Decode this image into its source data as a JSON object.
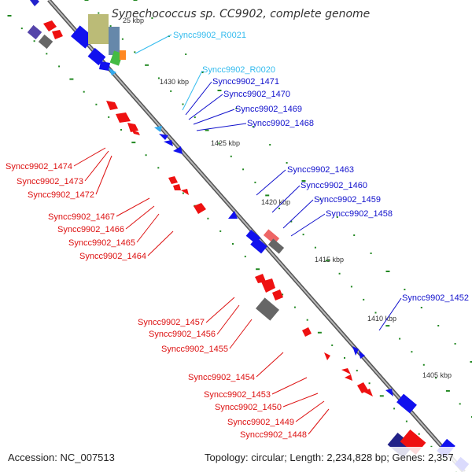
{
  "title": "Synechococcus sp. CC9902, complete genome",
  "footer": {
    "accession": "Accession: NC_007513",
    "summary": "Topology: circular; Length: 2,234,828 bp; Genes: 2,357"
  },
  "colors": {
    "forward_gene": "#ee1111",
    "reverse_gene": "#1111ee",
    "rna_gene": "#33bbee",
    "backbone": "#888888",
    "tick": "#228822"
  },
  "kbp_markers": [
    "1430 kbp",
    "1425 kbp",
    "1420 kbp",
    "1415 kbp",
    "1410 kbp",
    "1405 kbp"
  ],
  "kbp_marker_partial": "25 kbp",
  "labels_right": [
    "Syncc9902_R0021",
    "Syncc9902_R0020",
    "Syncc9902_1471",
    "Syncc9902_1470",
    "Syncc9902_1469",
    "Syncc9902_1468",
    "Syncc9902_1463",
    "Syncc9902_1460",
    "Syncc9902_1459",
    "Syncc9902_1458",
    "Syncc9902_1452"
  ],
  "labels_left": [
    "Syncc9902_1474",
    "Syncc9902_1473",
    "Syncc9902_1472",
    "Syncc9902_1467",
    "Syncc9902_1466",
    "Syncc9902_1465",
    "Syncc9902_1464",
    "Syncc9902_1457",
    "Syncc9902_1456",
    "Syncc9902_1455",
    "Syncc9902_1454",
    "Syncc9902_1453",
    "Syncc9902_1450",
    "Syncc9902_1449",
    "Syncc9902_1448"
  ]
}
